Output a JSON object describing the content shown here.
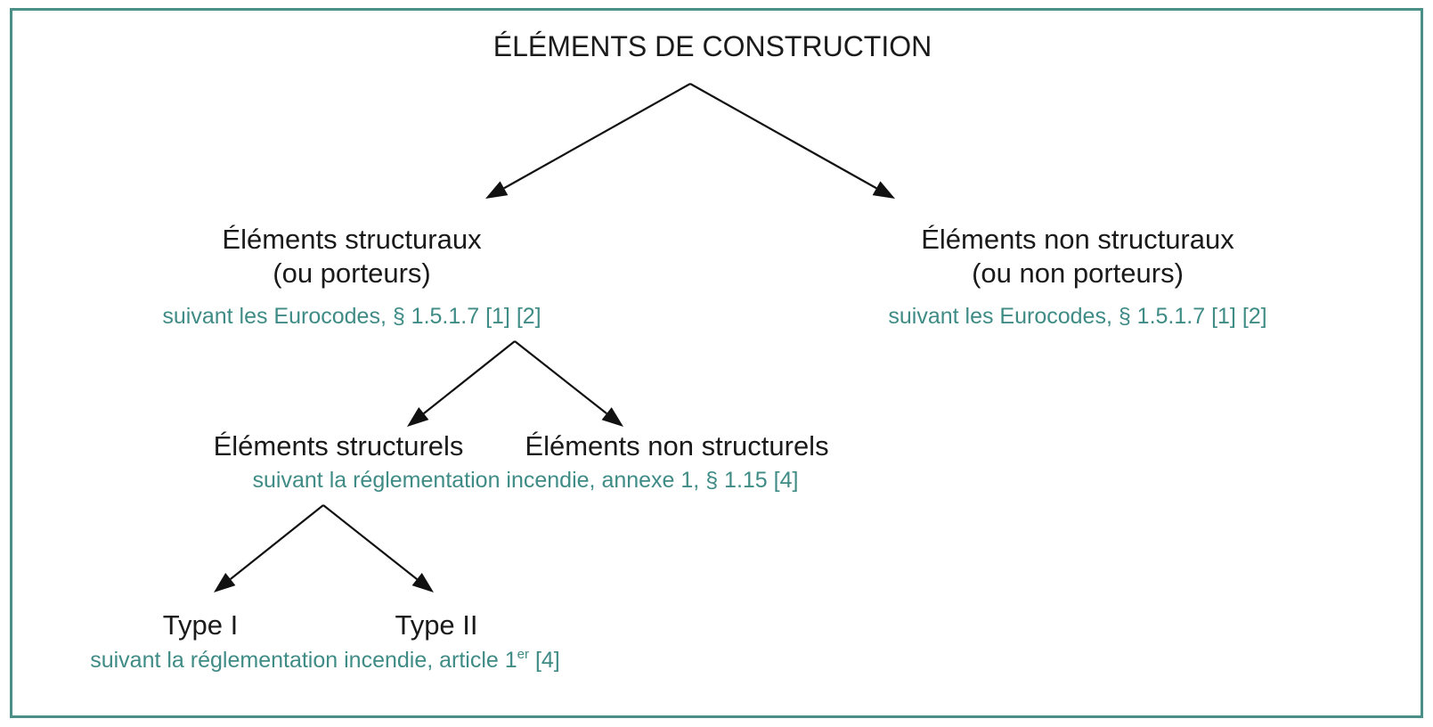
{
  "title": "ÉLÉMENTS DE CONSTRUCTION",
  "colors": {
    "frame": "#4a8f88",
    "reference_text": "#3f8b86",
    "node_text": "#1a1a1a"
  },
  "nodes": {
    "structural": {
      "label_line1": "Éléments structuraux",
      "label_line2": "(ou porteurs)",
      "reference": "suivant les Eurocodes, § 1.5.1.7 [1] [2]"
    },
    "non_structural": {
      "label_line1": "Éléments non structuraux",
      "label_line2": "(ou non porteurs)",
      "reference": "suivant les Eurocodes, § 1.5.1.7 [1] [2]"
    },
    "structurels": {
      "label": "Éléments structurels"
    },
    "non_structurels": {
      "label": "Éléments non structurels"
    },
    "structurels_reference": "suivant la réglementation incendie, annexe 1, § 1.15 [4]",
    "type1": {
      "label": "Type I"
    },
    "type2": {
      "label": "Type II"
    },
    "types_reference": {
      "before": "suivant la réglementation incendie, article 1",
      "superscript": "er",
      "after": " [4]"
    }
  }
}
